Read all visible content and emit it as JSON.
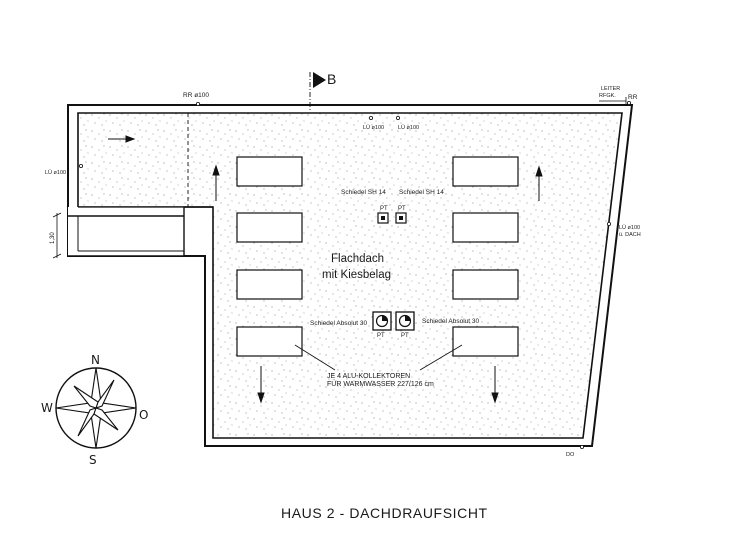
{
  "drawing": {
    "caption": "HAUS 2 - DACHDRAUFSICHT",
    "roof_title_line1": "Flachdach",
    "roof_title_line2": "mit Kiesbelag",
    "section_marker": "B",
    "labels": {
      "rr_top_left": "RR ø100",
      "rr_top_right": "RR",
      "leiter_line1": "LEITER",
      "leiter_line2": "RFGK.",
      "lu_top_a": "LÜ ø100",
      "lu_top_b": "LÜ ø100",
      "lu_left": "LÜ ø100",
      "lu_right_line1": "LÜ ø100",
      "lu_right_line2": "ü. DACH",
      "dim_left": "1,30",
      "schiedel_sh_left": "Schiedel SH 14",
      "schiedel_sh_right": "Schiedel SH 14",
      "schiedel_abs_left": "Schiedel Absolut 30",
      "schiedel_abs_right": "Schiedel Absolut 30",
      "pt_1": "PT",
      "pt_2": "PT",
      "pt_3": "PT",
      "pt_4": "PT",
      "collectors_line1": "JE 4 ALU-KOLLEKTOREN",
      "collectors_line2": "FÜR WARMWASSER 227/126 cm",
      "do_label": "DO"
    },
    "compass": {
      "north": "N",
      "south": "S",
      "west": "W",
      "east": "O"
    }
  }
}
